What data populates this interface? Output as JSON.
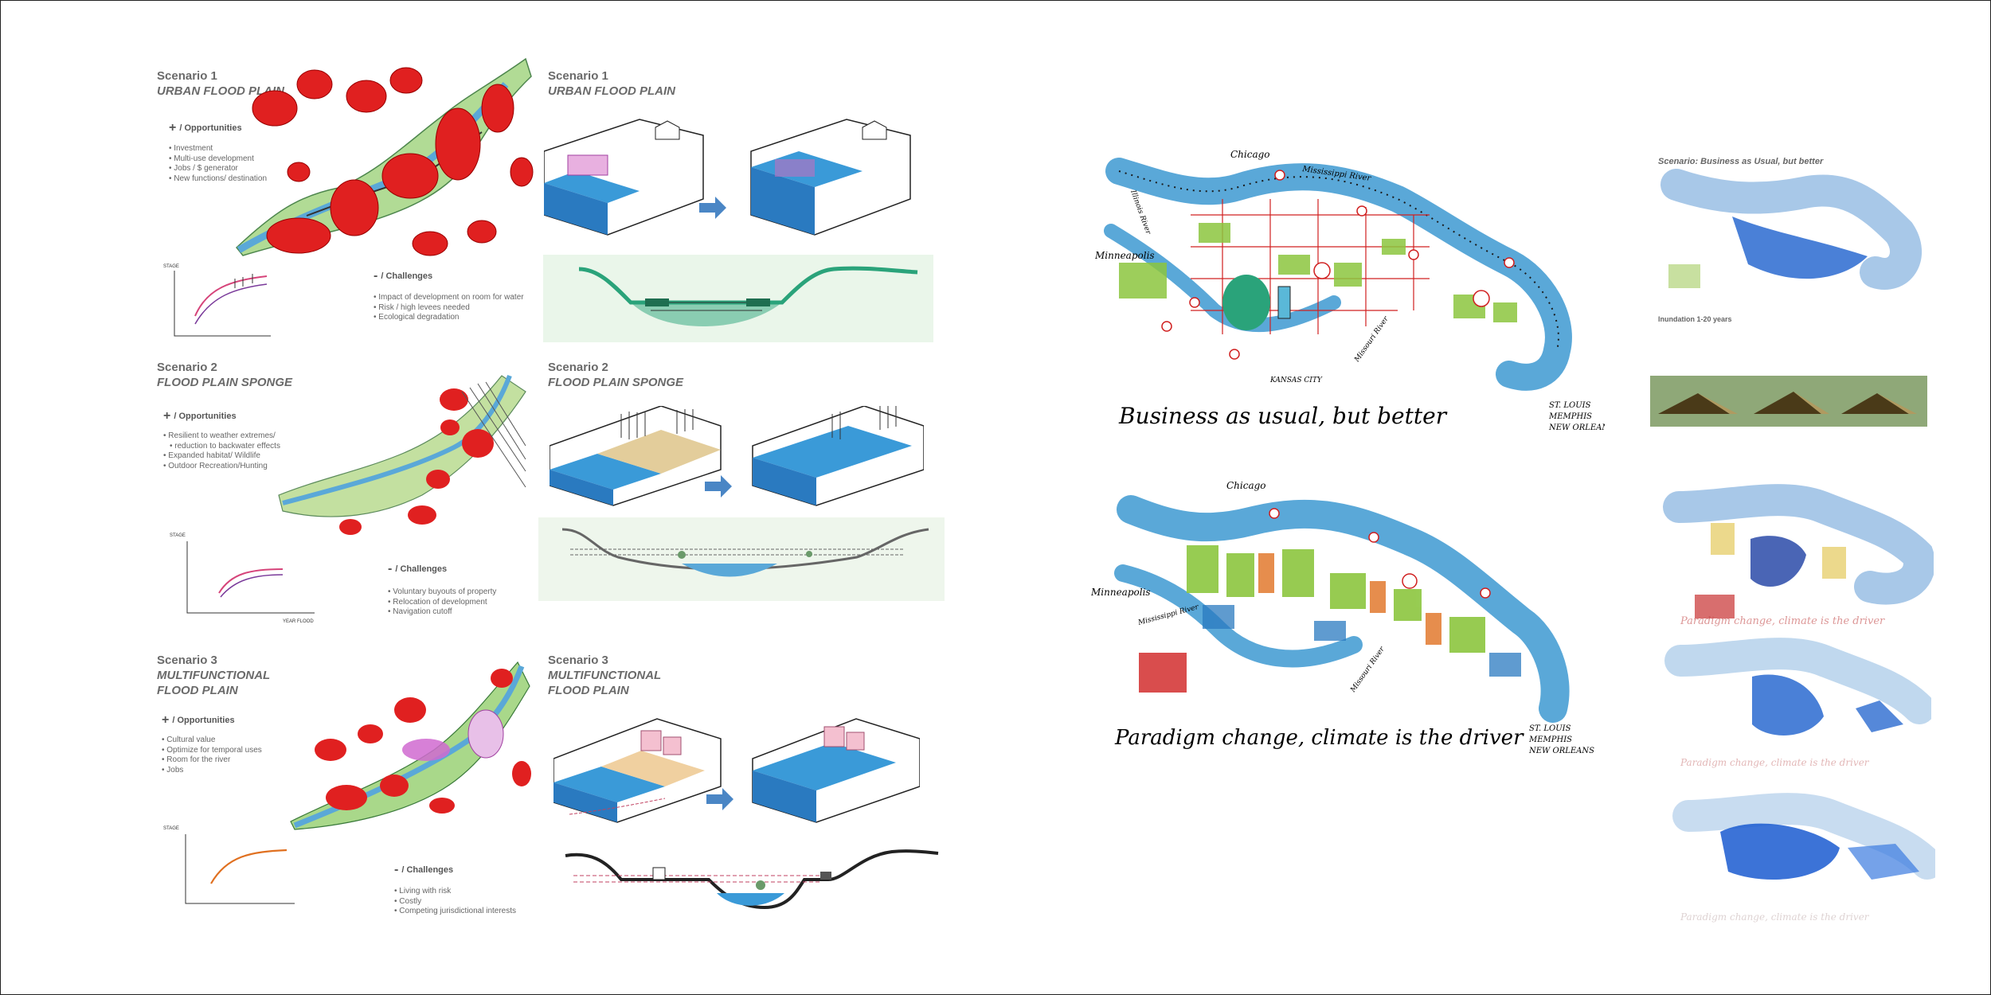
{
  "left_panel": {
    "scenarios": [
      {
        "number": "Scenario 1",
        "title_lines": [
          "URBAN FLOOD PLAIN"
        ],
        "opportunities_heading": "/ Opportunities",
        "opportunities": [
          "Investment",
          "Multi-use development",
          "Jobs / $ generator",
          "New functions/ destination"
        ],
        "challenges_heading": "/ Challenges",
        "challenges": [
          "Impact of development on room for water",
          "Risk / high levees needed",
          "Ecological degradation"
        ]
      },
      {
        "number": "Scenario 2",
        "title_lines": [
          "FLOOD PLAIN SPONGE"
        ],
        "opportunities_heading": "/ Opportunities",
        "opportunities": [
          "Resilient to weather extremes/",
          "reduction to backwater effects",
          "Expanded habitat/ Wildlife",
          "Outdoor Recreation/Hunting"
        ],
        "challenges_heading": "/ Challenges",
        "challenges": [
          "Voluntary buyouts of property",
          "Relocation of development",
          "Navigation cutoff"
        ]
      },
      {
        "number": "Scenario 3",
        "title_lines": [
          "MULTIFUNCTIONAL",
          "FLOOD PLAIN"
        ],
        "opportunities_heading": "/ Opportunities",
        "opportunities": [
          "Cultural value",
          "Optimize for temporal uses",
          "Room for the river",
          "Jobs"
        ],
        "challenges_heading": "/ Challenges",
        "challenges": [
          "Living with risk",
          "Costly",
          "Competing jurisdictional interests"
        ]
      }
    ],
    "section_headers": [
      {
        "number": "Scenario 1",
        "title_lines": [
          "URBAN FLOOD PLAIN"
        ]
      },
      {
        "number": "Scenario 2",
        "title_lines": [
          "FLOOD PLAIN SPONGE"
        ]
      },
      {
        "number": "Scenario 3",
        "title_lines": [
          "MULTIFUNCTIONAL",
          "FLOOD PLAIN"
        ]
      }
    ],
    "graph_label": "STAGE",
    "graph2_xlabel": "YEAR FLOOD"
  },
  "right_panel": {
    "sketch1_caption": "Business as usual, but better",
    "sketch2_caption": "Paradigm change, climate is the driver",
    "city_labels": {
      "chicago": "Chicago",
      "minneapolis": "Minneapolis",
      "kansas_city": "KANSAS CITY",
      "st_louis": "ST. LOUIS",
      "memphis": "MEMPHIS",
      "new_orleans": "NEW ORLEANS",
      "mississippi_river": "Mississippi River",
      "illinois_river": "Illinois River",
      "missouri_river": "Missouri River"
    },
    "side_title": "Scenario: Business as Usual, but better",
    "side_caption": "Inundation 1-20 years",
    "small_caption_2": "Paradigm change, climate is the driver",
    "small_caption_3": "Paradigm change, climate is the driver",
    "small_caption_4": "Paradigm change, climate is the driver"
  },
  "colors": {
    "flood_red": "#e02020",
    "river_blue": "#5aa8d8",
    "water_blue": "#2a8fd8",
    "green": "#8cc63f",
    "teal": "#2aa37a",
    "orange": "#e07020",
    "arrow_blue": "#4a86c5",
    "khaki": "#8fa878"
  }
}
